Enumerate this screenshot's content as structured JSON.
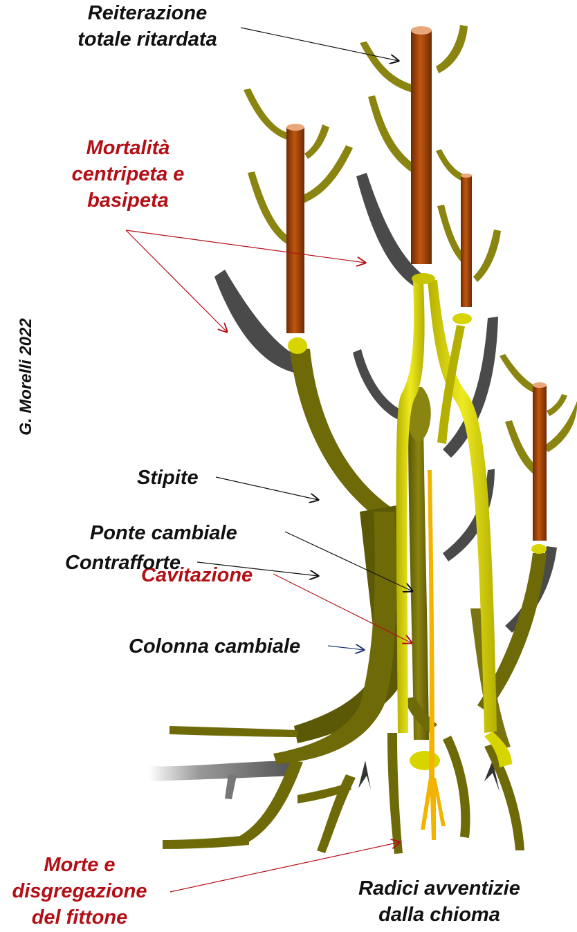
{
  "credit": "G. Morelli 2022",
  "labels": {
    "reiterazione": [
      "Reiterazione",
      "totale ritardata"
    ],
    "mortalita": [
      "Mortalità",
      "centripeta e",
      "basipeta"
    ],
    "stipite": "Stipite",
    "ponte_cambiale": "Ponte cambiale",
    "cavitazione": "Cavitazione",
    "colonna_cambiale": "Colonna cambiale",
    "contrafforte": "Contrafforte",
    "morte_fittone": [
      "Morte e",
      "disgregazione",
      "del fittone"
    ],
    "radici_avventizie": [
      "Radici avventizie",
      "dalla chioma"
    ]
  },
  "colors": {
    "label_red": "#b30f16",
    "label_black": "#111111",
    "arrow_blue": "#1f3a6e",
    "trunk_olive": "#6e6a08",
    "trunk_dark": "#5b5806",
    "dead_gray": "#4a4a4a",
    "stem_yellow": "#d8d400",
    "cavity_orange": "#f2b400",
    "reiteration_brown": "#a6470a",
    "leaf_olive": "#8a8410"
  }
}
